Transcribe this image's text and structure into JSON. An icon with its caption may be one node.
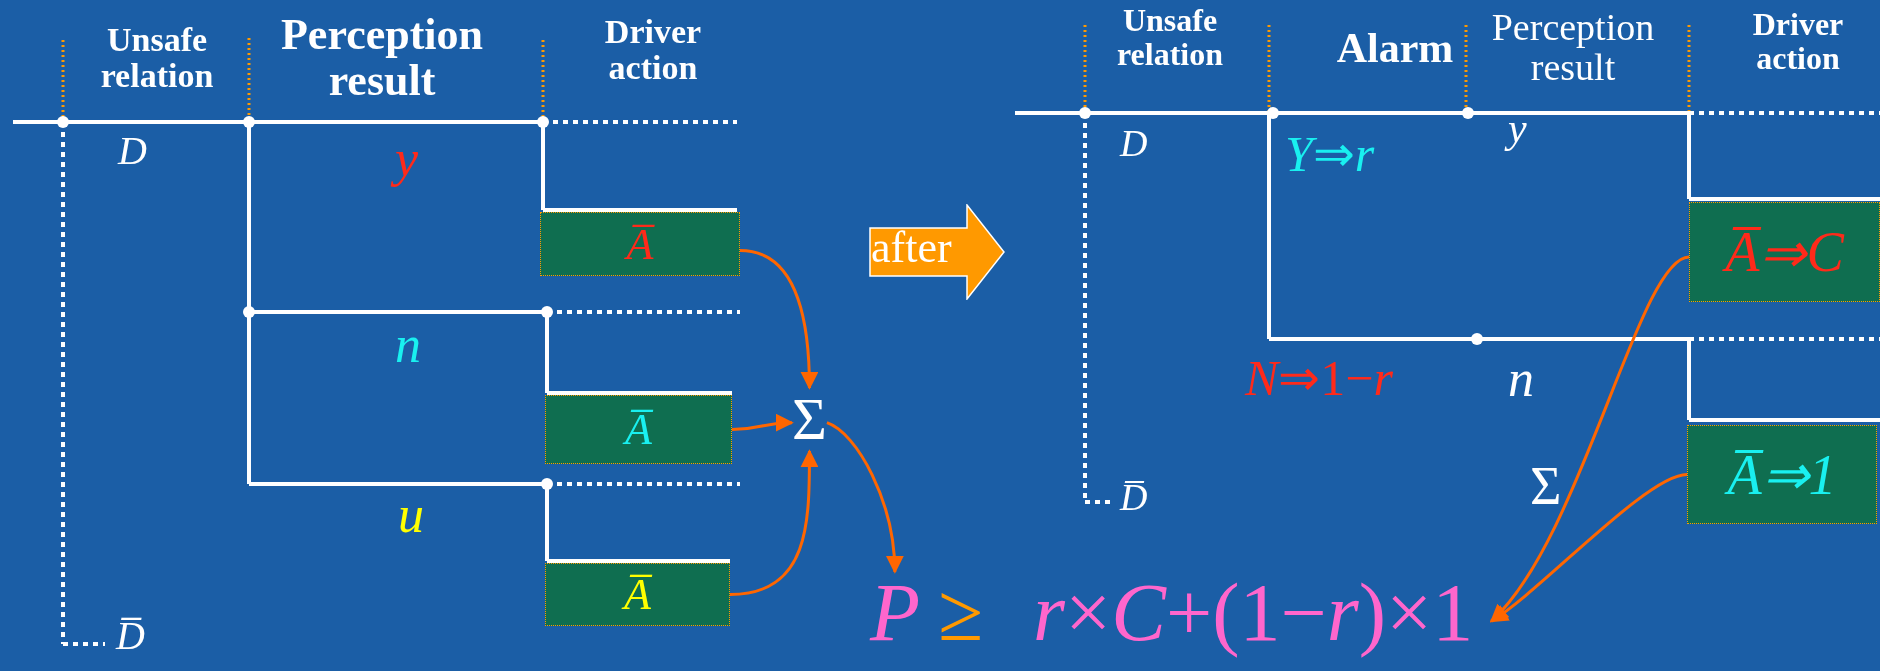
{
  "diagram": {
    "nodes": [
      {
        "text": [
          "A̅"
        ]
      },
      {
        "text": [
          "A̅"
        ]
      },
      {
        "text": [
          "A̅"
        ]
      },
      {
        "text": [
          "Σ"
        ]
      },
      {
        "text": [
          "*P*",
          "≥",
          "*r*×*C*+(1−*r*)×1"
        ]
      },
      {
        "text": [
          "after"
        ]
      },
      {
        "text": [
          "*A̅*⇒*C*"
        ]
      },
      {
        "text": [
          "*A̅*⇒1"
        ]
      }
    ],
    "edges": [
      {
        "from": 0,
        "to": 3,
        "arrow": "to"
      },
      {
        "from": 1,
        "to": 3,
        "arrow": "to"
      },
      {
        "from": 2,
        "to": 3,
        "arrow": "to"
      },
      {
        "from": 3,
        "to": 4,
        "arrow": "to"
      },
      {
        "from": 6,
        "to": 4,
        "arrow": "to"
      },
      {
        "from": 7,
        "to": 4,
        "arrow": "to"
      }
    ],
    "labels": [
      "Unsafe relation",
      "Perception result",
      "Driver action",
      "D",
      "y",
      "n",
      "u",
      "D̅",
      "Unsafe relation",
      "Alarm",
      "Perception result",
      "Driver action",
      "D",
      "y",
      "*Y*⇒*r*",
      "*N*⇒1−*r*",
      "n",
      "D̅",
      "Σ"
    ]
  }
}
